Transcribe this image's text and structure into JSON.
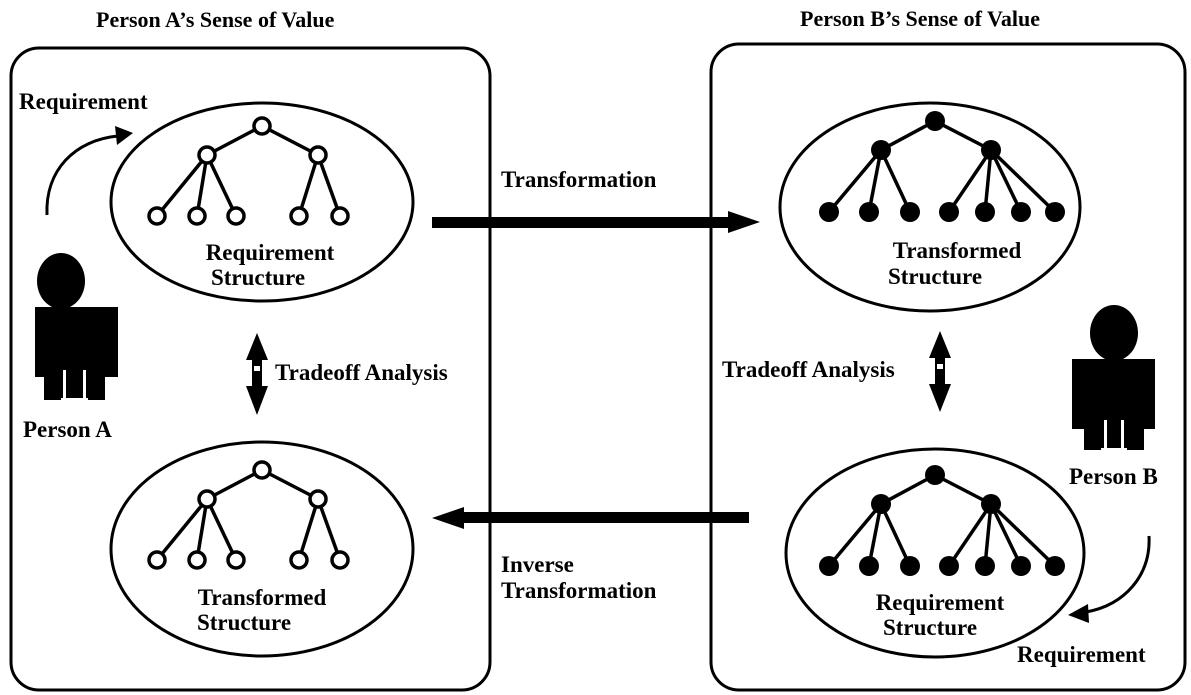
{
  "panel_a": {
    "title": "Person A’s  Sense of Value",
    "person_label": "Person A",
    "requirement_label": "Requirement",
    "tradeoff_label": "Tradeoff Analysis",
    "top_structure": {
      "line1": "Requirement",
      "line2": "Structure"
    },
    "bottom_structure": {
      "line1": "Transformed",
      "line2": "Structure"
    }
  },
  "panel_b": {
    "title": "Person B’s  Sense of Value",
    "person_label": "Person B",
    "requirement_label": "Requirement",
    "tradeoff_label": "Tradeoff Analysis",
    "top_structure": {
      "line1": "Transformed",
      "line2": "Structure"
    },
    "bottom_structure": {
      "line1": "Requirement",
      "line2": "Structure"
    }
  },
  "arrows": {
    "transformation_label": "Transformation",
    "inverse_label_line1": "Inverse",
    "inverse_label_line2": "Transformation"
  },
  "trees": {
    "panel_a_nodes": "hollow",
    "panel_b_nodes": "filled",
    "panel_a_leaves_per_branch": [
      3,
      2
    ],
    "panel_b_leaves_per_branch": [
      3,
      4
    ]
  },
  "colors": {
    "ink": "#000000",
    "background": "#ffffff"
  }
}
